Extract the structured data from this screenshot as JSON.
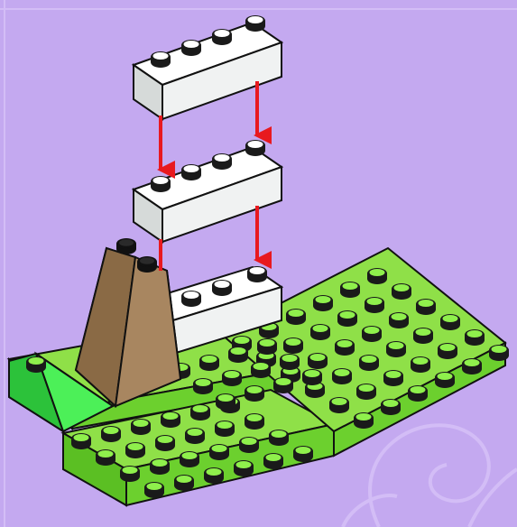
{
  "scene": {
    "background_color": "#c4a9f0",
    "swirl_color": "#d3bdf6",
    "bricks": [
      {
        "name": "top-brick",
        "color": "#f5f7f7",
        "studs": 4
      },
      {
        "name": "middle-brick",
        "color": "#f5f7f7",
        "studs": 4
      },
      {
        "name": "bottom-brick",
        "color": "#f5f7f7",
        "studs": 4
      }
    ],
    "slope_brick": {
      "color": "#a07e55",
      "studs": 2
    },
    "corner_slope": {
      "color": "#3fe04a"
    },
    "baseplates": {
      "color": "#7ee040",
      "count": 2
    },
    "arrows": {
      "color": "#e8191f",
      "count": 4
    }
  }
}
